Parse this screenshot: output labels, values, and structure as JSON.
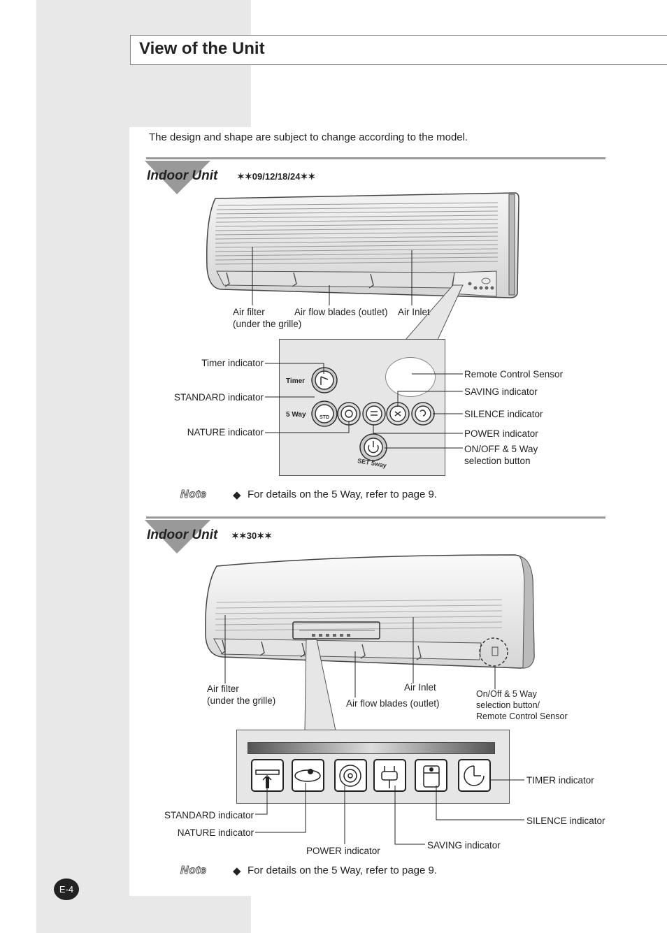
{
  "page": {
    "title": "View of the Unit",
    "intro": "The design and shape are subject to change according to the model.",
    "page_number": "E-4"
  },
  "section1": {
    "title": "Indoor Unit",
    "model": "✶✶09/12/18/24✶✶",
    "unit_labels": {
      "air_filter": "Air filter",
      "air_filter_sub": "(under the grille)",
      "air_flow_blades": "Air flow blades (outlet)",
      "air_inlet": "Air Inlet"
    },
    "panel": {
      "timer_text": "Timer",
      "five_way_text": "5 Way",
      "std_text": "STD",
      "set_text": "SET 5way"
    },
    "left_labels": {
      "timer": "Timer indicator",
      "standard": "STANDARD indicator",
      "nature": "NATURE indicator"
    },
    "right_labels": {
      "remote_sensor": "Remote Control Sensor",
      "saving": "SAVING indicator",
      "silence": "SILENCE indicator",
      "power": "POWER indicator",
      "onoff_line1": "ON/OFF & 5 Way",
      "onoff_line2": "selection button"
    },
    "note_label": "Note",
    "note_text": "For details on the 5 Way, refer to page 9."
  },
  "section2": {
    "title": "Indoor Unit",
    "model": "✶✶30✶✶",
    "unit_labels": {
      "air_filter": "Air filter",
      "air_filter_sub": "(under the grille)",
      "air_inlet": "Air Inlet",
      "air_flow_blades": "Air flow blades (outlet)",
      "onoff_line1": "On/Off & 5 Way",
      "onoff_line2": "selection button/",
      "onoff_line3": "Remote Control Sensor"
    },
    "panel_labels": {
      "timer": "TIMER indicator",
      "silence": "SILENCE indicator",
      "saving": "SAVING indicator",
      "power": "POWER indicator",
      "nature": "NATURE indicator",
      "standard": "STANDARD indicator"
    },
    "note_label": "Note",
    "note_text": "For details on the 5 Way, refer to page 9."
  }
}
